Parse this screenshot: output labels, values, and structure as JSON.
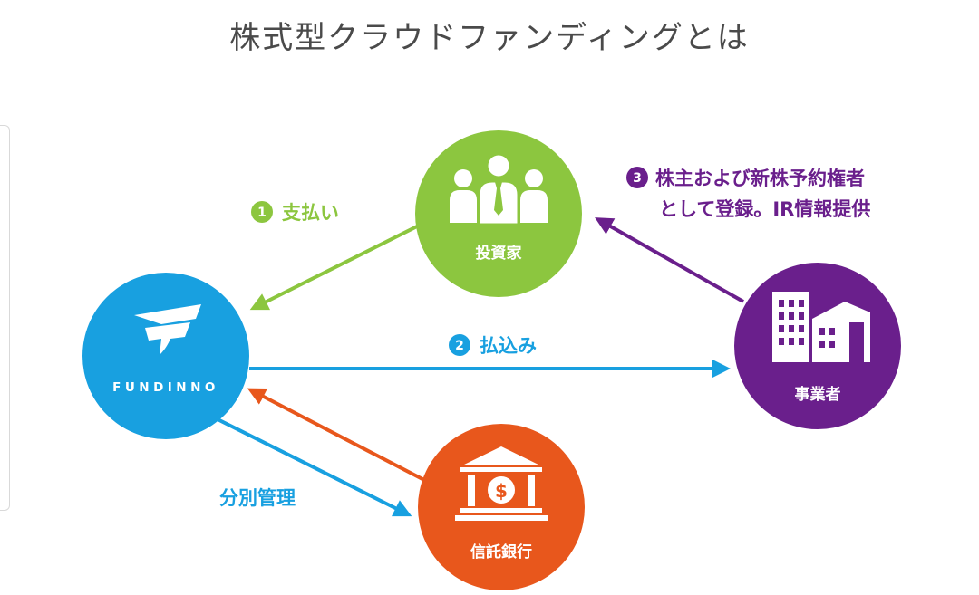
{
  "title": "株式型クラウドファンディングとは",
  "colors": {
    "investor": "#8cc63f",
    "platform": "#18a0e0",
    "business": "#6a1f8c",
    "bank": "#e8571c",
    "title": "#4a4a4a"
  },
  "nodes": {
    "investor": {
      "label": "投資家",
      "icon": "people-group-icon"
    },
    "platform": {
      "label": "FUNDINNO",
      "icon": "fundinno-logo-icon"
    },
    "business": {
      "label": "事業者",
      "icon": "buildings-icon"
    },
    "bank": {
      "label": "信託銀行",
      "icon": "bank-dollar-icon"
    }
  },
  "steps": {
    "payment": {
      "number": "1",
      "label": "支払い"
    },
    "pay_in": {
      "number": "2",
      "label": "払込み"
    },
    "registration": {
      "number": "3",
      "line1": "株主および新株予約権者",
      "line2": "として登録。IR情報提供"
    },
    "segregation": {
      "label": "分別管理"
    }
  }
}
